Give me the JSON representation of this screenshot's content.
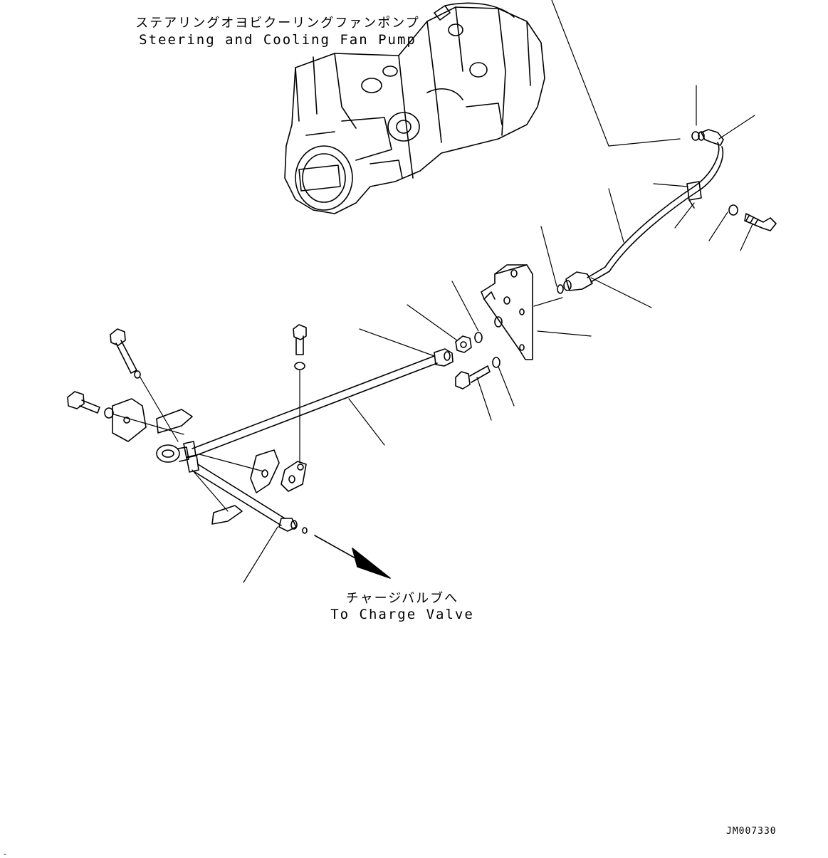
{
  "labels": {
    "pump_jp": "ステアリングオヨビクーリングファンポンプ",
    "pump_en": "Steering and Cooling Fan Pump",
    "valve_jp": "チャージバルブへ",
    "valve_en": "To Charge Valve",
    "drawing_code": "JM007330"
  },
  "colors": {
    "line": "#000000",
    "background": "#ffffff"
  }
}
